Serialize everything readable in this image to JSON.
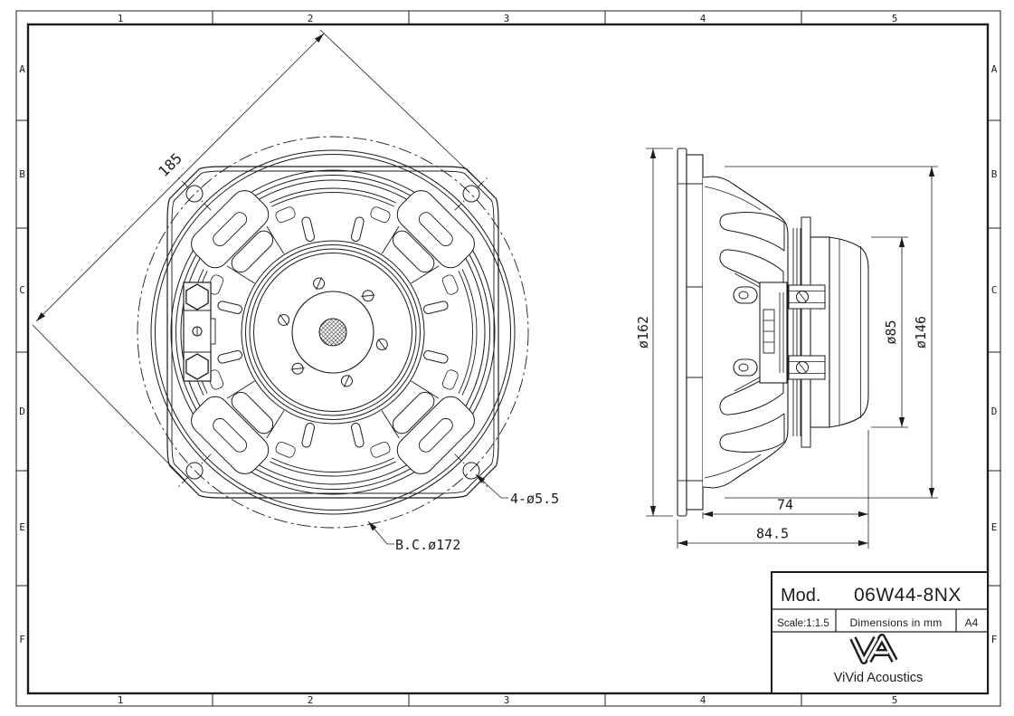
{
  "colors": {
    "ink": "#1c1c1c",
    "paper": "#ffffff"
  },
  "sheet": {
    "zone_columns": [
      "1",
      "2",
      "3",
      "4",
      "5"
    ],
    "zone_rows": [
      "A",
      "B",
      "C",
      "D",
      "E",
      "F"
    ]
  },
  "front_view": {
    "dim_diagonal": "185",
    "dim_mounting_holes": "4-ø5.5",
    "dim_bolt_circle": "B.C.ø172"
  },
  "side_view": {
    "dim_overall_diameter": "ø162",
    "dim_magnet_diameter": "ø85",
    "dim_basket_diameter": "ø146",
    "dim_mounting_depth": "74",
    "dim_overall_depth": "84.5"
  },
  "title_block": {
    "model_label": "Mod.",
    "model_value": "06W44-8NX",
    "scale": "Scale:1:1.5",
    "units_note": "Dimensions in mm",
    "sheet_size": "A4",
    "company": "ViVid Acoustics",
    "logo_icon": "vivid-acoustics-logo"
  }
}
